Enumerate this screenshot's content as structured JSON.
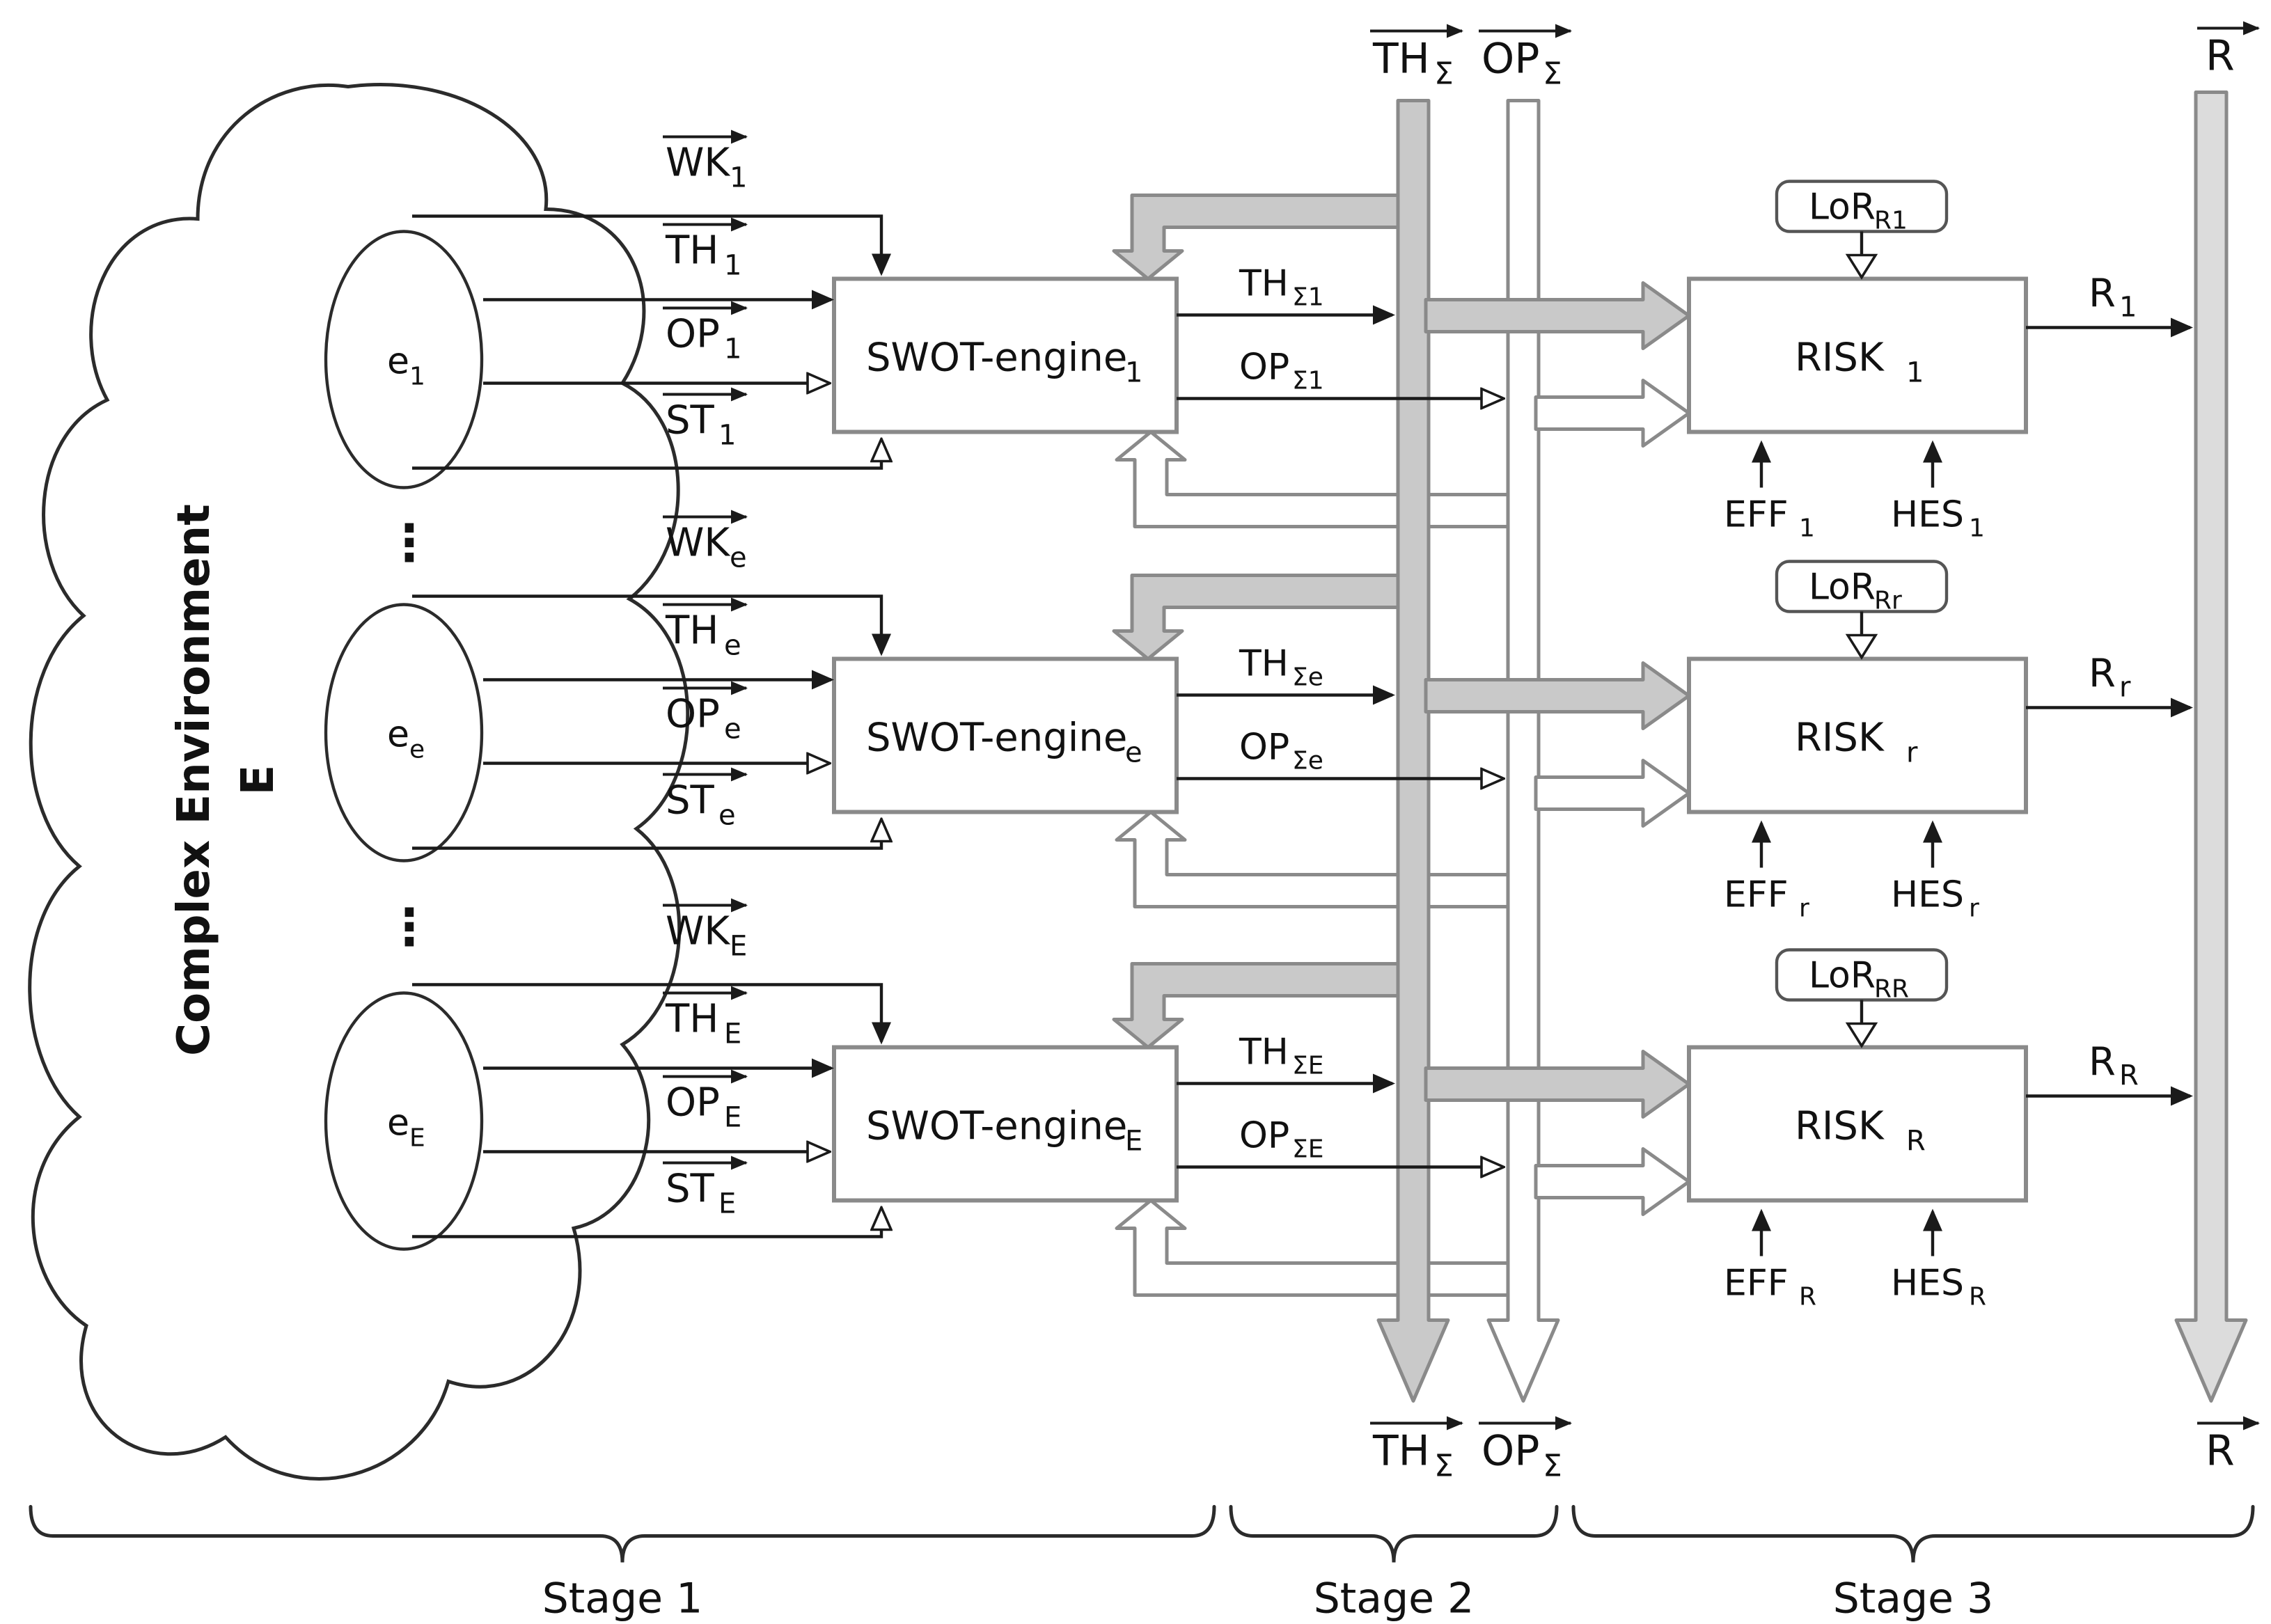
{
  "colors": {
    "block_arrow_gray": "#c9c9c9",
    "outline_gray": "#8a8a8a",
    "line_black": "#1a1a1a",
    "r_bus_gray": "#dcdcdc",
    "background": "#ffffff"
  },
  "cloud": {
    "title": "Complex Environment",
    "title2": "E"
  },
  "entities": [
    {
      "base": "e",
      "sub": "1"
    },
    {
      "base": "e",
      "sub": "e"
    },
    {
      "base": "e",
      "sub": "E"
    }
  ],
  "ellipsis": "⋮",
  "rows": [
    {
      "engine_base": "SWOT-engine",
      "engine_sub": "1",
      "inputs": [
        {
          "base": "WK",
          "sub": "1"
        },
        {
          "base": "TH",
          "sub": "1"
        },
        {
          "base": "OP",
          "sub": "1"
        },
        {
          "base": "ST",
          "sub": "1"
        }
      ],
      "th_out": {
        "base": "TH",
        "sub": "Σ1"
      },
      "op_out": {
        "base": "OP",
        "sub": "Σ1"
      },
      "risk_base": "RISK",
      "risk_sub": "1",
      "lor_base": "LoR",
      "lor_sub": "R1",
      "eff": {
        "base": "EFF",
        "sub": "1"
      },
      "hes": {
        "base": "HES",
        "sub": "1"
      },
      "r_out": {
        "base": "R",
        "sub": "1"
      }
    },
    {
      "engine_base": "SWOT-engine",
      "engine_sub": "e",
      "inputs": [
        {
          "base": "WK",
          "sub": "e"
        },
        {
          "base": "TH",
          "sub": "e"
        },
        {
          "base": "OP",
          "sub": "e"
        },
        {
          "base": "ST",
          "sub": "e"
        }
      ],
      "th_out": {
        "base": "TH",
        "sub": "Σe"
      },
      "op_out": {
        "base": "OP",
        "sub": "Σe"
      },
      "risk_base": "RISK",
      "risk_sub": "r",
      "lor_base": "LoR",
      "lor_sub": "Rr",
      "eff": {
        "base": "EFF",
        "sub": "r"
      },
      "hes": {
        "base": "HES",
        "sub": "r"
      },
      "r_out": {
        "base": "R",
        "sub": "r"
      }
    },
    {
      "engine_base": "SWOT-engine",
      "engine_sub": "E",
      "inputs": [
        {
          "base": "WK",
          "sub": "E"
        },
        {
          "base": "TH",
          "sub": "E"
        },
        {
          "base": "OP",
          "sub": "E"
        },
        {
          "base": "ST",
          "sub": "E"
        }
      ],
      "th_out": {
        "base": "TH",
        "sub": "ΣE"
      },
      "op_out": {
        "base": "OP",
        "sub": "ΣE"
      },
      "risk_base": "RISK",
      "risk_sub": "R",
      "lor_base": "LoR",
      "lor_sub": "RR",
      "eff": {
        "base": "EFF",
        "sub": "R"
      },
      "hes": {
        "base": "HES",
        "sub": "R"
      },
      "r_out": {
        "base": "R",
        "sub": "R"
      }
    }
  ],
  "buses": {
    "th": {
      "base": "TH",
      "sub": "Σ"
    },
    "op": {
      "base": "OP",
      "sub": "Σ"
    },
    "r": {
      "label": "R"
    }
  },
  "stages": [
    "Stage 1",
    "Stage 2",
    "Stage 3"
  ]
}
